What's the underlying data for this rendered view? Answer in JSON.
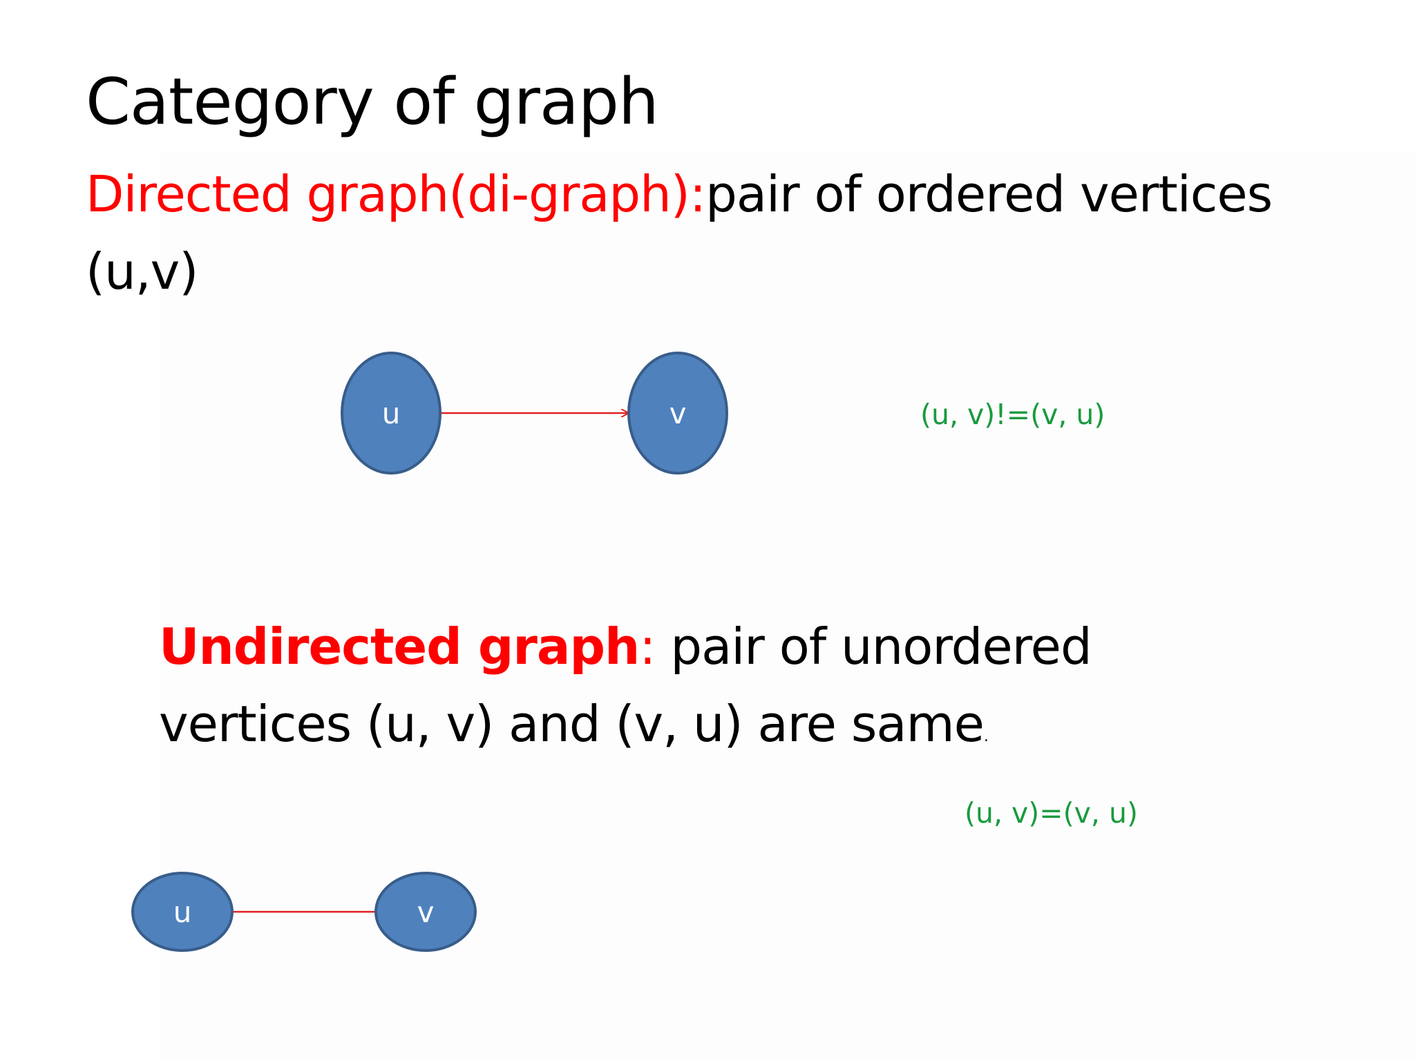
{
  "title": "Category of graph",
  "directed": {
    "term": "Directed graph(di-graph):",
    "definition": "pair of ordered vertices",
    "pair": "(u,v)",
    "note": "(u, v)!=(v, u)",
    "node_u": "u",
    "node_v": "v"
  },
  "undirected": {
    "term": "Undirected graph",
    "colon": ":",
    "definition_line1": " pair of unordered",
    "definition_line2": "vertices (u, v) and (v, u) are same",
    "period": ".",
    "note": "(u, v)=(v, u)",
    "node_u": "u",
    "node_v": "v"
  },
  "colors": {
    "node_fill": "#4f81bd",
    "node_stroke": "#385d8a",
    "edge": "#e02020",
    "note": "#1a9a3e",
    "heading_red": "#ff0000"
  }
}
